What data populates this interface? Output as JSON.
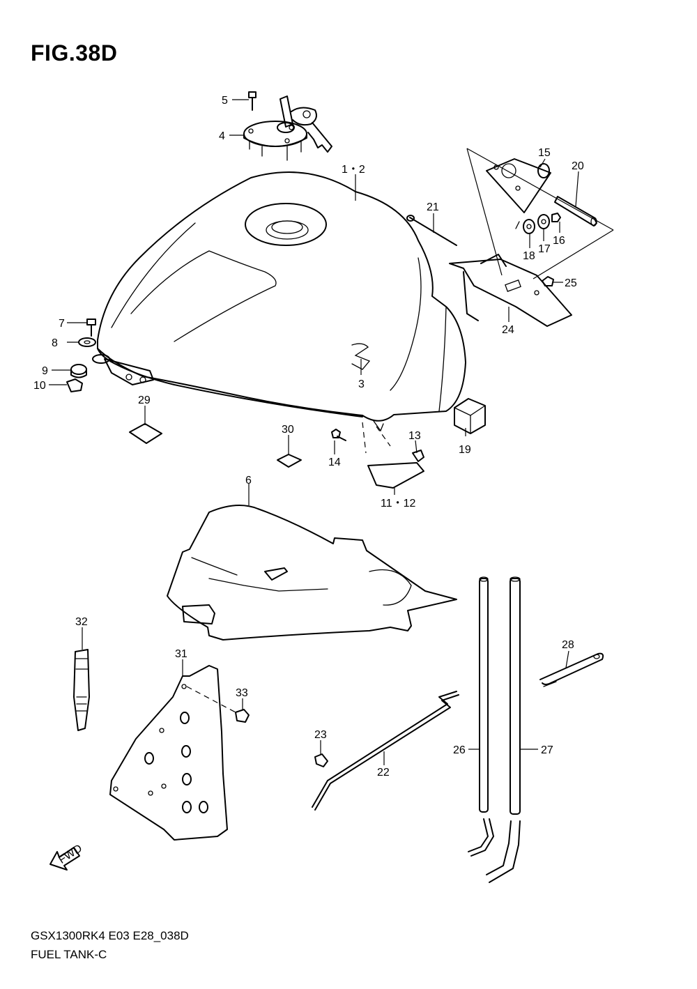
{
  "figure": {
    "title": "FIG.38D",
    "model_code": "GSX1300RK4 E03 E28_038D",
    "name": "FUEL TANK-C"
  },
  "fwd_label": "FWD",
  "callouts": [
    {
      "id": "c1-2",
      "label": "1・2"
    },
    {
      "id": "c3",
      "label": "3"
    },
    {
      "id": "c4",
      "label": "4"
    },
    {
      "id": "c5",
      "label": "5"
    },
    {
      "id": "c6",
      "label": "6"
    },
    {
      "id": "c7",
      "label": "7"
    },
    {
      "id": "c8",
      "label": "8"
    },
    {
      "id": "c9",
      "label": "9"
    },
    {
      "id": "c10",
      "label": "10"
    },
    {
      "id": "c11-12",
      "label": "11・12"
    },
    {
      "id": "c13",
      "label": "13"
    },
    {
      "id": "c14",
      "label": "14"
    },
    {
      "id": "c15",
      "label": "15"
    },
    {
      "id": "c16",
      "label": "16"
    },
    {
      "id": "c17",
      "label": "17"
    },
    {
      "id": "c18",
      "label": "18"
    },
    {
      "id": "c19",
      "label": "19"
    },
    {
      "id": "c20",
      "label": "20"
    },
    {
      "id": "c21",
      "label": "21"
    },
    {
      "id": "c22",
      "label": "22"
    },
    {
      "id": "c23",
      "label": "23"
    },
    {
      "id": "c24",
      "label": "24"
    },
    {
      "id": "c25",
      "label": "25"
    },
    {
      "id": "c26",
      "label": "26"
    },
    {
      "id": "c27",
      "label": "27"
    },
    {
      "id": "c28",
      "label": "28"
    },
    {
      "id": "c29",
      "label": "29"
    },
    {
      "id": "c30",
      "label": "30"
    },
    {
      "id": "c31",
      "label": "31"
    },
    {
      "id": "c32",
      "label": "32"
    },
    {
      "id": "c33",
      "label": "33"
    }
  ]
}
